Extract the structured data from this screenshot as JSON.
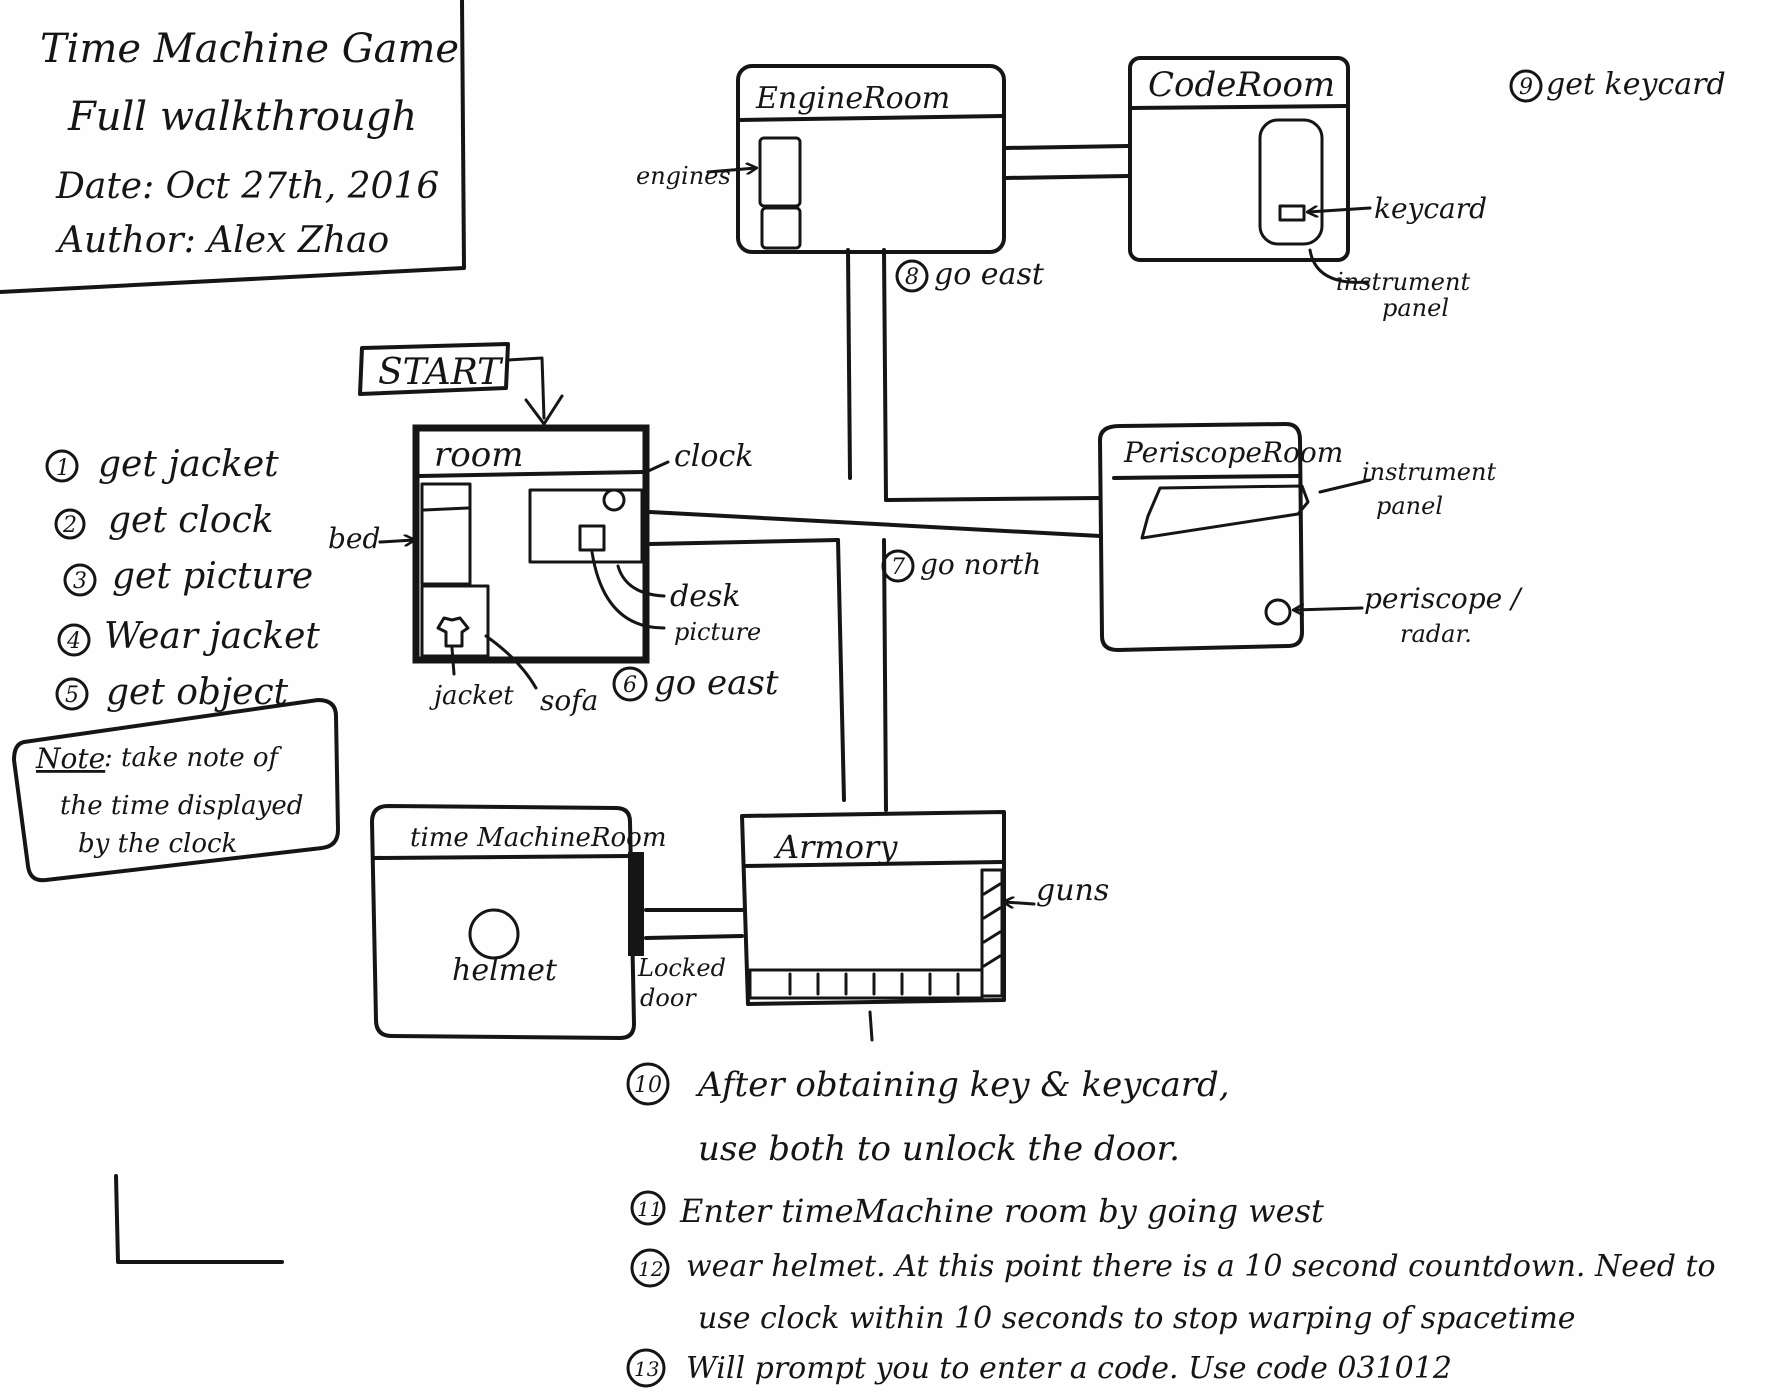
{
  "title_block": {
    "line1": "Time Machine Game",
    "line2": "Full walkthrough",
    "line3": "Date: Oct 27th, 2016",
    "line4": "Author: Alex Zhao"
  },
  "start_label": "START",
  "rooms": {
    "engine": {
      "name": "EngineRoom",
      "engines_label": "engines"
    },
    "code": {
      "name": "CodeRoom",
      "keycard_label": "keycard",
      "panel_line1": "instrument",
      "panel_line2": "panel"
    },
    "periscope": {
      "name": "PeriscopeRoom",
      "panel_line1": "instrument",
      "panel_line2": "panel",
      "scope_line1": "periscope /",
      "scope_line2": "radar."
    },
    "room": {
      "name": "room",
      "clock": "clock",
      "bed": "bed",
      "desk": "desk",
      "picture": "picture",
      "jacket": "jacket",
      "sofa": "sofa"
    },
    "time_machine": {
      "name": "time MachineRoom",
      "helmet": "helmet",
      "locked_line1": "Locked",
      "locked_line2": "door"
    },
    "armory": {
      "name": "Armory",
      "guns": "guns"
    }
  },
  "steps_left": [
    {
      "num": "1",
      "text": "get jacket"
    },
    {
      "num": "2",
      "text": "get clock"
    },
    {
      "num": "3",
      "text": "get picture"
    },
    {
      "num": "4",
      "text": "Wear jacket"
    },
    {
      "num": "5",
      "text": "get object"
    }
  ],
  "note": {
    "label": "Note",
    "line1": ": take note of",
    "line2": "the time displayed",
    "line3": "by the clock"
  },
  "map_steps": {
    "s6": {
      "num": "6",
      "text": "go east"
    },
    "s7": {
      "num": "7",
      "text": "go north"
    },
    "s8": {
      "num": "8",
      "text": "go east"
    },
    "s9": {
      "num": "9",
      "text": "get keycard"
    }
  },
  "bottom_steps": {
    "s10": {
      "num": "10",
      "line1": "After obtaining key & keycard,",
      "line2": "use both to unlock the door."
    },
    "s11": {
      "num": "11",
      "line1": "Enter timeMachine room by going west"
    },
    "s12": {
      "num": "12",
      "line1": "wear helmet. At this point there is a 10 second countdown. Need to",
      "line2": "use clock within 10 seconds to stop warping of spacetime"
    },
    "s13": {
      "num": "13",
      "line1": "Will prompt you to enter a code. Use code 031012"
    }
  }
}
